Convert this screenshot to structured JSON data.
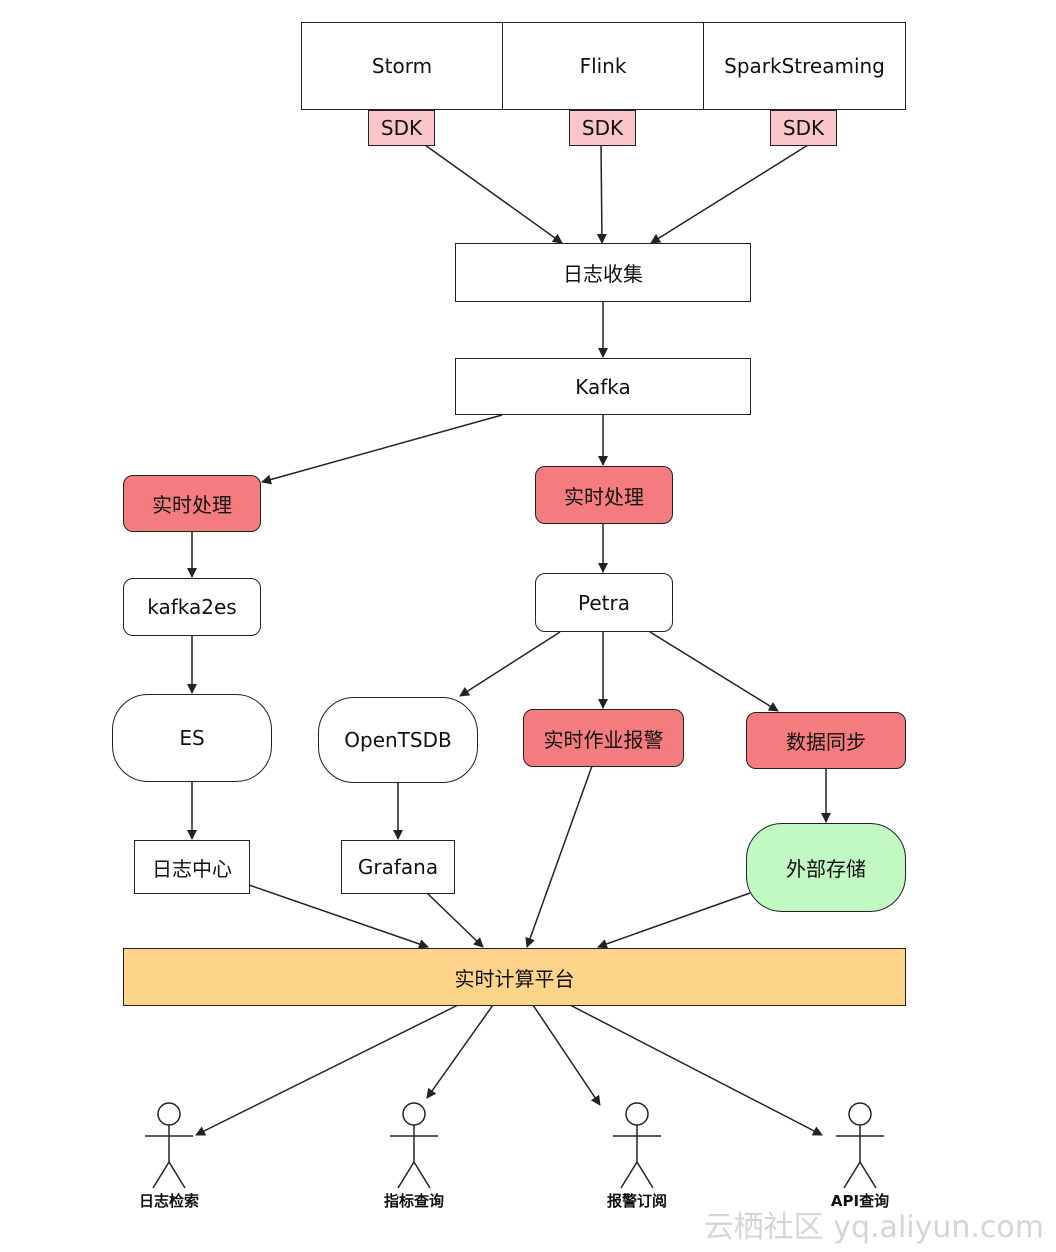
{
  "engines": {
    "storm": "Storm",
    "flink": "Flink",
    "spark": "SparkStreaming"
  },
  "sdk": {
    "label": "SDK"
  },
  "log_collect": "日志收集",
  "kafka": "Kafka",
  "realtime_left": "实时处理",
  "realtime_right": "实时处理",
  "kafka2es": "kafka2es",
  "petra": "Petra",
  "es": "ES",
  "opentsdb": "OpenTSDB",
  "alert": "实时作业报警",
  "data_sync": "数据同步",
  "log_center": "日志中心",
  "grafana": "Grafana",
  "external_storage": "外部存储",
  "platform": "实时计算平台",
  "actors": {
    "log_search": "日志检索",
    "metric_query": "指标查询",
    "alert_subscribe": "报警订阅",
    "api_query": "API查询"
  },
  "watermark": "云栖社区 yq.aliyun.com",
  "colors": {
    "sdk": "#f8c6c8",
    "processing": "#f47c7e",
    "storage": "#c2f8c2",
    "platform": "#fdd48a"
  }
}
